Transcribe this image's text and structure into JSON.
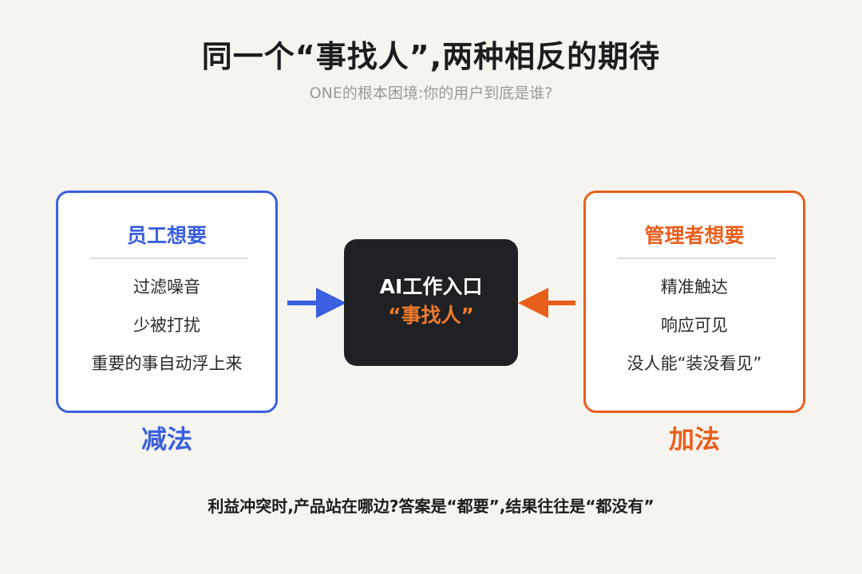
{
  "header": {
    "title": "同一个“事找人”,两种相反的期待",
    "subtitle": "ONE的根本困境:你的用户到底是谁?"
  },
  "left_card": {
    "heading": "员工想要",
    "items": [
      "过滤噪音",
      "少被打扰",
      "重要的事自动浮上来"
    ],
    "tag": "减法",
    "color": "#3a5fe0"
  },
  "center": {
    "line1": "AI工作入口",
    "line2": "“事找人”"
  },
  "right_card": {
    "heading": "管理者想要",
    "items": [
      "精准触达",
      "响应可见",
      "没人能“装没看见”"
    ],
    "tag": "加法",
    "color": "#e85f1c"
  },
  "footer": {
    "text": "利益冲突时,产品站在哪边?答案是“都要”,结果往往是“都没有”"
  }
}
